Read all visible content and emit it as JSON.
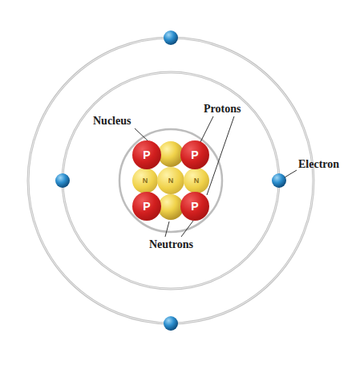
{
  "diagram": {
    "nodes": [
      {
        "text": [
          "P"
        ]
      },
      {
        "text": [
          "P"
        ]
      },
      {
        "text": [
          "N"
        ]
      },
      {
        "text": [
          "N"
        ]
      },
      {
        "text": [
          "N"
        ]
      },
      {
        "text": [
          "P"
        ]
      },
      {
        "text": [
          "P"
        ]
      }
    ],
    "labels": [
      "Nucleus",
      "Protons",
      "Electron",
      "Neutrons"
    ]
  }
}
